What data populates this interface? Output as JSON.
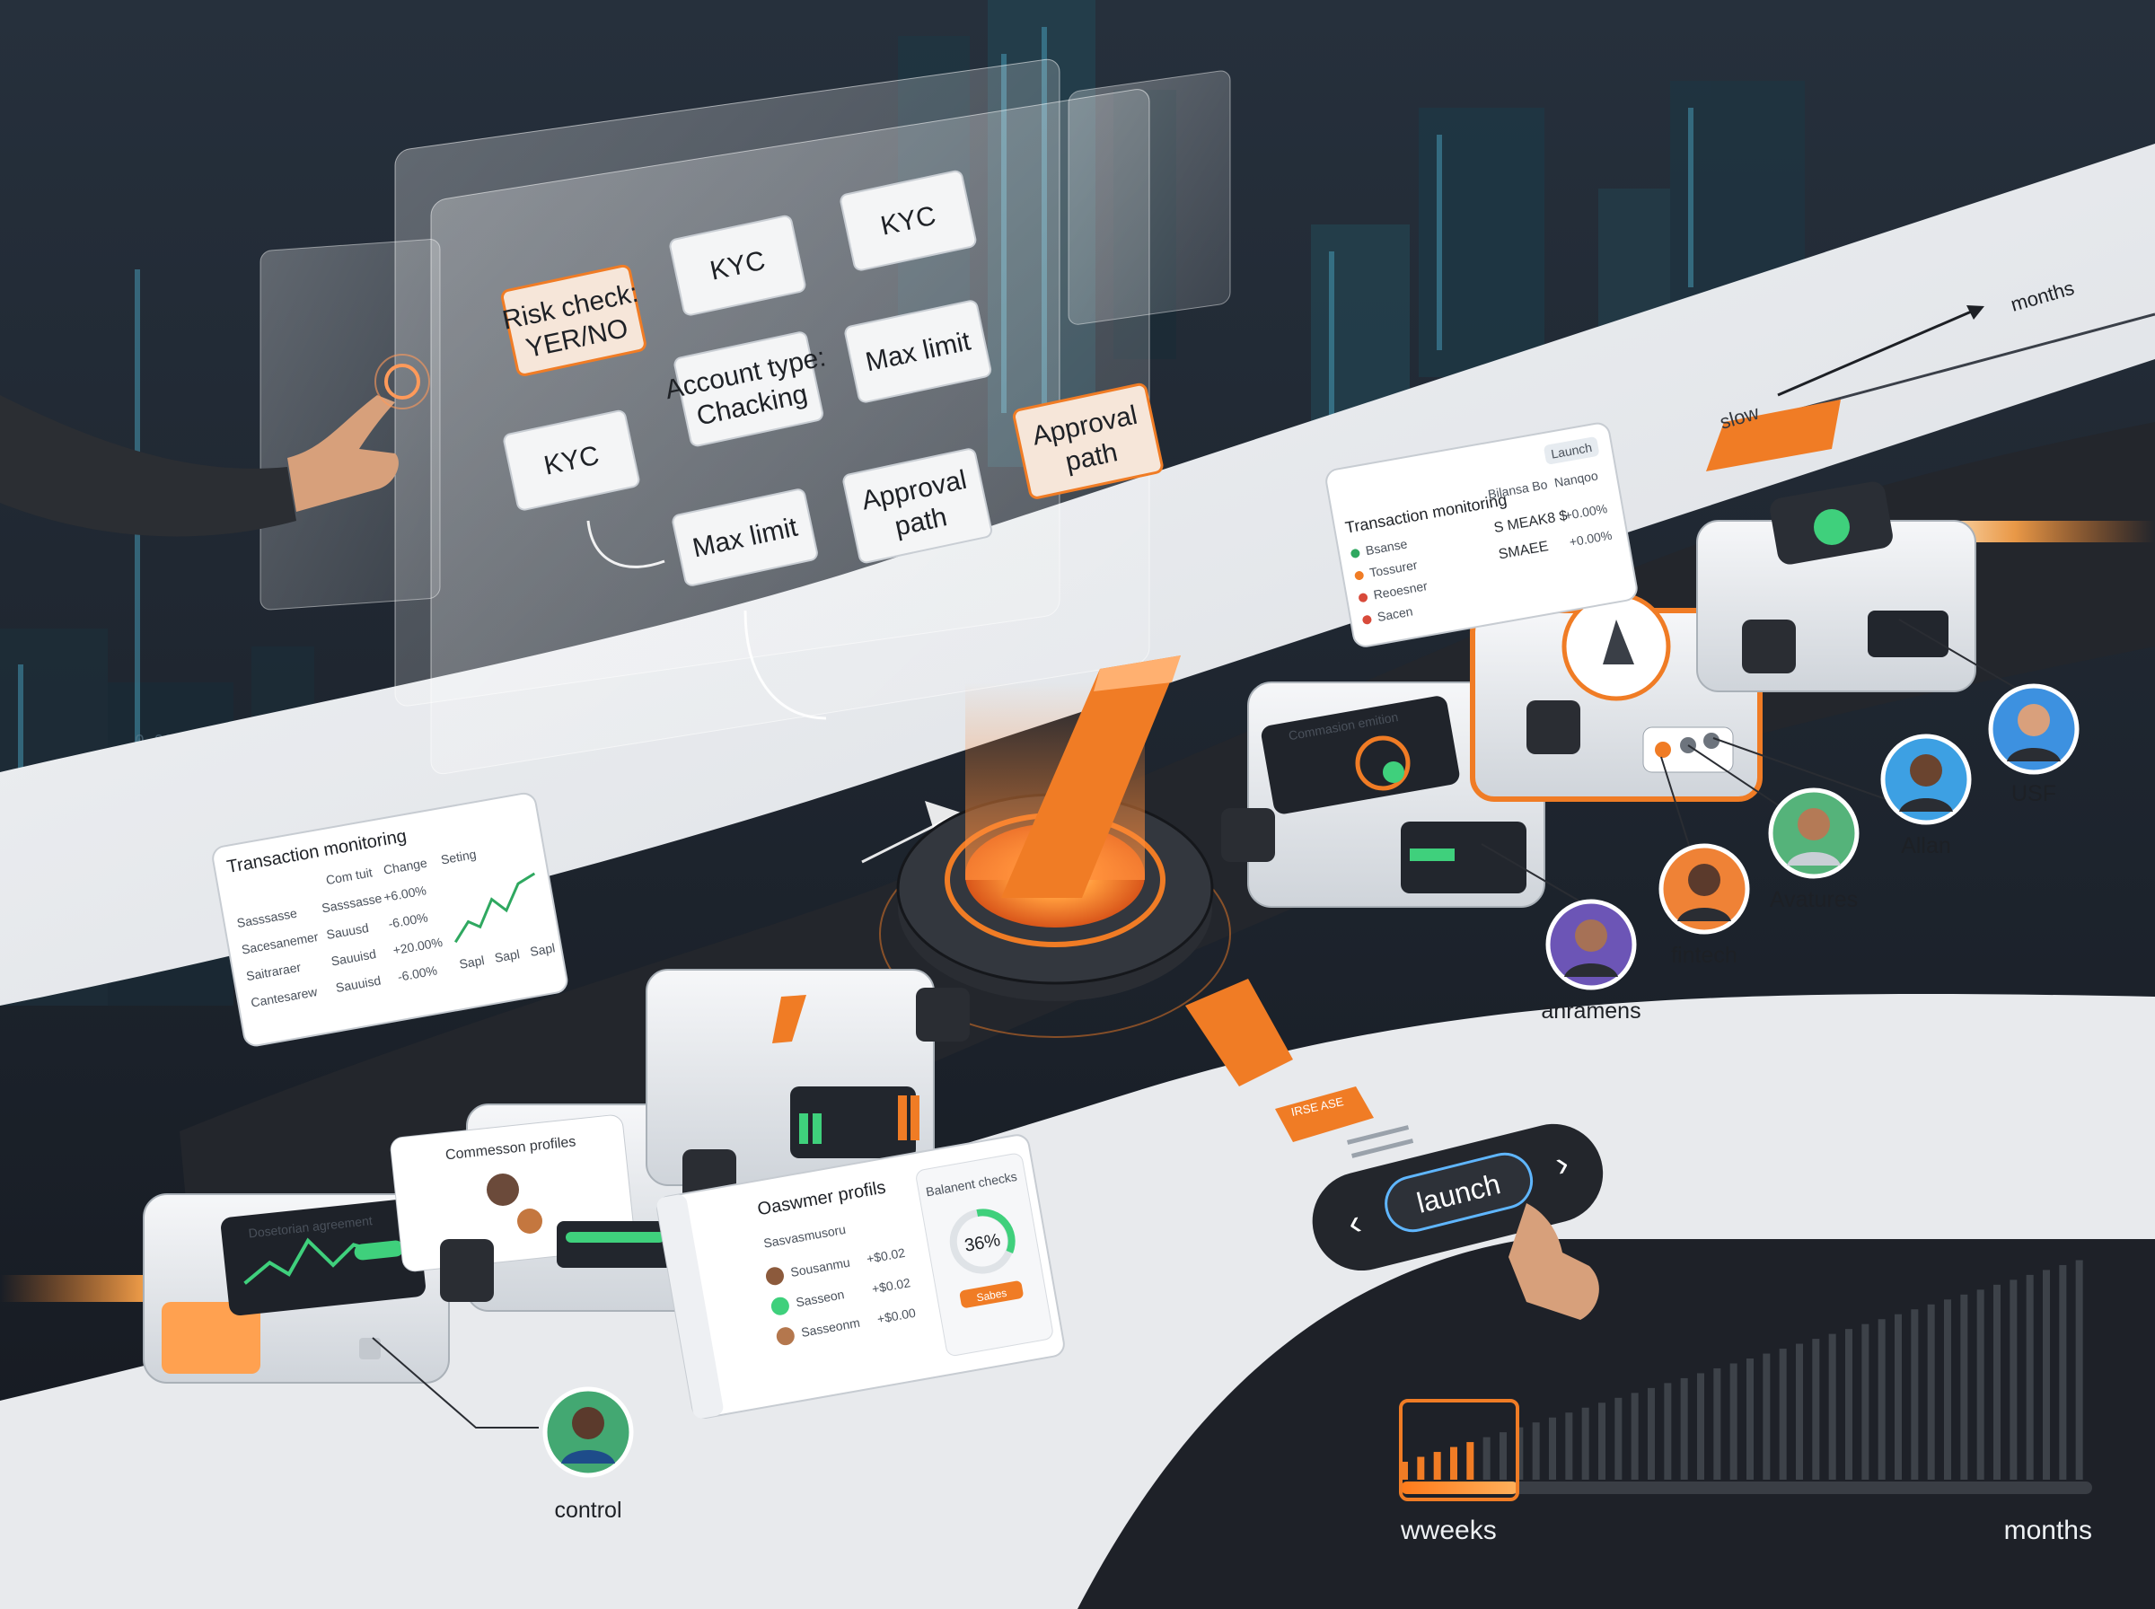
{
  "colors": {
    "accent": "#f07c25",
    "background": "#171b22",
    "panel": "#eef0f3",
    "track": "#23262c"
  },
  "workflow": {
    "decision_node": "Risk check:\nYER/NO",
    "nodes": [
      "KYC",
      "KYC",
      "Account type:\nChacking",
      "KYC",
      "Max limit",
      "Max limit",
      "Approval\npath",
      "Approval\npath"
    ]
  },
  "timeline": {
    "top_label": "slow",
    "top_arrow_label": "months"
  },
  "cards": {
    "monitoring_left": {
      "title": "Transaction monitoring",
      "columns": [
        "Com tuit",
        "Change",
        "Seting"
      ],
      "rows": [
        {
          "name": "Sasssasse",
          "value": "Sasssasse",
          "change": "+6.00%"
        },
        {
          "name": "Sacesanemer",
          "value": "Sauusd",
          "change": "-6.00%"
        },
        {
          "name": "Saitraraer",
          "value": "Sauuisd",
          "change": "+20.00%"
        },
        {
          "name": "Cantesarew",
          "value": "Sauuisd",
          "change": "-6.00%"
        }
      ],
      "axis": [
        "Sapl",
        "Sapl",
        "Sapl"
      ]
    },
    "monitoring_right": {
      "title": "Transaction monitoring",
      "launch_label": "Launch",
      "col_a": "Bilansa Bo",
      "col_b": "Nanqoo",
      "values": [
        "S MEAK8 $",
        "SMAEE"
      ],
      "percents": [
        "+0.00%",
        "+0.00%"
      ],
      "rows": [
        "Bsanse",
        "Tossurer",
        "Reoesner",
        "Sacen"
      ]
    },
    "profiles": {
      "title": "Oaswmer profils",
      "section": "Sasvasmusoru",
      "rows": [
        {
          "name": "Sousanmu",
          "value": "+$0.02"
        },
        {
          "name": "Sasseon",
          "value": "+$0.02"
        },
        {
          "name": "Sasseonm",
          "value": "+$0.00"
        }
      ],
      "checks_title": "Balanent checks",
      "checks_value": "36%",
      "checks_badge": "Sabes"
    },
    "device_screens": {
      "first": "Dosetorian agreement",
      "second": "Commesson profiles",
      "fourth": "Commasion emition"
    }
  },
  "controls": {
    "launch_label": "launch",
    "prev_icon": "chevron-left",
    "next_icon": "chevron-right",
    "orange_button": "IRSE ASE"
  },
  "people": [
    {
      "label": "control",
      "avatar_color": "#43a872"
    },
    {
      "label": "anramens",
      "avatar_color": "#6c55b6"
    },
    {
      "label": "fintech",
      "avatar_color": "#ef8236"
    },
    {
      "label": "Avatures",
      "avatar_color": "#55b37a"
    },
    {
      "label": "Allan",
      "avatar_color": "#3da0e3"
    },
    {
      "label": "USF",
      "avatar_color": "#3d91e0"
    }
  ],
  "scale": {
    "start_label": "wweeks",
    "end_label": "months",
    "progress": 0.17
  }
}
